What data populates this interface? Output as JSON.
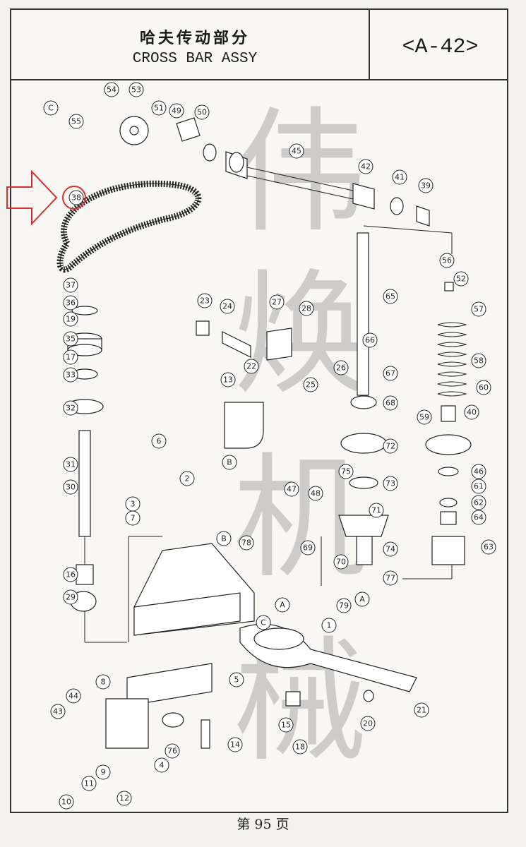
{
  "header": {
    "title_cn": "哈夫传动部分",
    "title_en": "CROSS BAR ASSY",
    "code": "<A-42>"
  },
  "footer": {
    "page": "第 95 页"
  },
  "watermark": [
    "伟",
    "焕",
    "机",
    "械"
  ],
  "highlight": {
    "label": "38",
    "color": "#d93030"
  },
  "callouts": [
    {
      "label": "54"
    },
    {
      "label": "53"
    },
    {
      "label": "51"
    },
    {
      "label": "49"
    },
    {
      "label": "50"
    },
    {
      "label": "55"
    },
    {
      "label": "45"
    },
    {
      "label": "42"
    },
    {
      "label": "41"
    },
    {
      "label": "39"
    },
    {
      "label": "38"
    },
    {
      "label": "37"
    },
    {
      "label": "36"
    },
    {
      "label": "19"
    },
    {
      "label": "35"
    },
    {
      "label": "17"
    },
    {
      "label": "33"
    },
    {
      "label": "32"
    },
    {
      "label": "31"
    },
    {
      "label": "30"
    },
    {
      "label": "16"
    },
    {
      "label": "29"
    },
    {
      "label": "23"
    },
    {
      "label": "24"
    },
    {
      "label": "27"
    },
    {
      "label": "28"
    },
    {
      "label": "22"
    },
    {
      "label": "26"
    },
    {
      "label": "25"
    },
    {
      "label": "13"
    },
    {
      "label": "65"
    },
    {
      "label": "66"
    },
    {
      "label": "67"
    },
    {
      "label": "68"
    },
    {
      "label": "72"
    },
    {
      "label": "75"
    },
    {
      "label": "73"
    },
    {
      "label": "71"
    },
    {
      "label": "74"
    },
    {
      "label": "77"
    },
    {
      "label": "56"
    },
    {
      "label": "52"
    },
    {
      "label": "57"
    },
    {
      "label": "58"
    },
    {
      "label": "60"
    },
    {
      "label": "40"
    },
    {
      "label": "59"
    },
    {
      "label": "46"
    },
    {
      "label": "61"
    },
    {
      "label": "62"
    },
    {
      "label": "64"
    },
    {
      "label": "63"
    },
    {
      "label": "6"
    },
    {
      "label": "2"
    },
    {
      "label": "3"
    },
    {
      "label": "7"
    },
    {
      "label": "B"
    },
    {
      "label": "B"
    },
    {
      "label": "78"
    },
    {
      "label": "47"
    },
    {
      "label": "48"
    },
    {
      "label": "69"
    },
    {
      "label": "70"
    },
    {
      "label": "79"
    },
    {
      "label": "C"
    },
    {
      "label": "C"
    },
    {
      "label": "A"
    },
    {
      "label": "A"
    },
    {
      "label": "1"
    },
    {
      "label": "5"
    },
    {
      "label": "8"
    },
    {
      "label": "44"
    },
    {
      "label": "43"
    },
    {
      "label": "76"
    },
    {
      "label": "14"
    },
    {
      "label": "9"
    },
    {
      "label": "11"
    },
    {
      "label": "4"
    },
    {
      "label": "10"
    },
    {
      "label": "12"
    },
    {
      "label": "15"
    },
    {
      "label": "18"
    },
    {
      "label": "20"
    },
    {
      "label": "21"
    }
  ]
}
